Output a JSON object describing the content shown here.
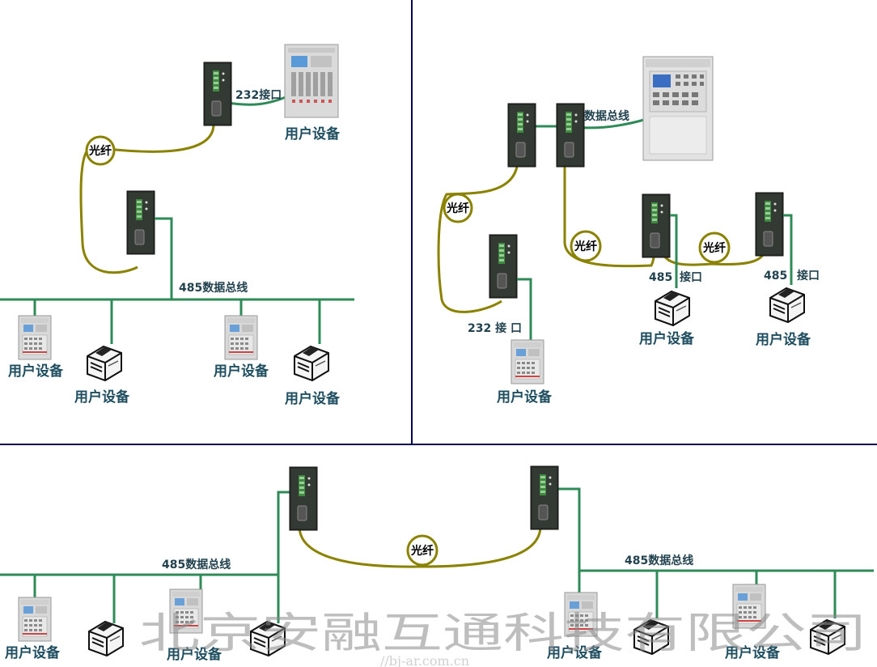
{
  "colors": {
    "fiber": "#8a8200",
    "bus": "#2e8b57",
    "converter": "#2a2f2a",
    "divider": "#000050",
    "label": "#1f4e60"
  },
  "labels": {
    "fiber": "光纤",
    "user_device": "用户设备",
    "port_232": "232接口",
    "port_232_spaced": "232 接 口",
    "port_485_a": "485",
    "port_485_b": "接口",
    "bus_485": "485数据总线",
    "data_bus": "数据总线"
  },
  "watermark": {
    "company": "北京安融互通科技有限公司",
    "url": "//bj-ar.com.cn"
  },
  "icons": {
    "converter": "fiber-converter-icon",
    "panel": "control-panel-icon",
    "printer": "printer-icon",
    "cabinet": "fire-alarm-cabinet-icon"
  }
}
